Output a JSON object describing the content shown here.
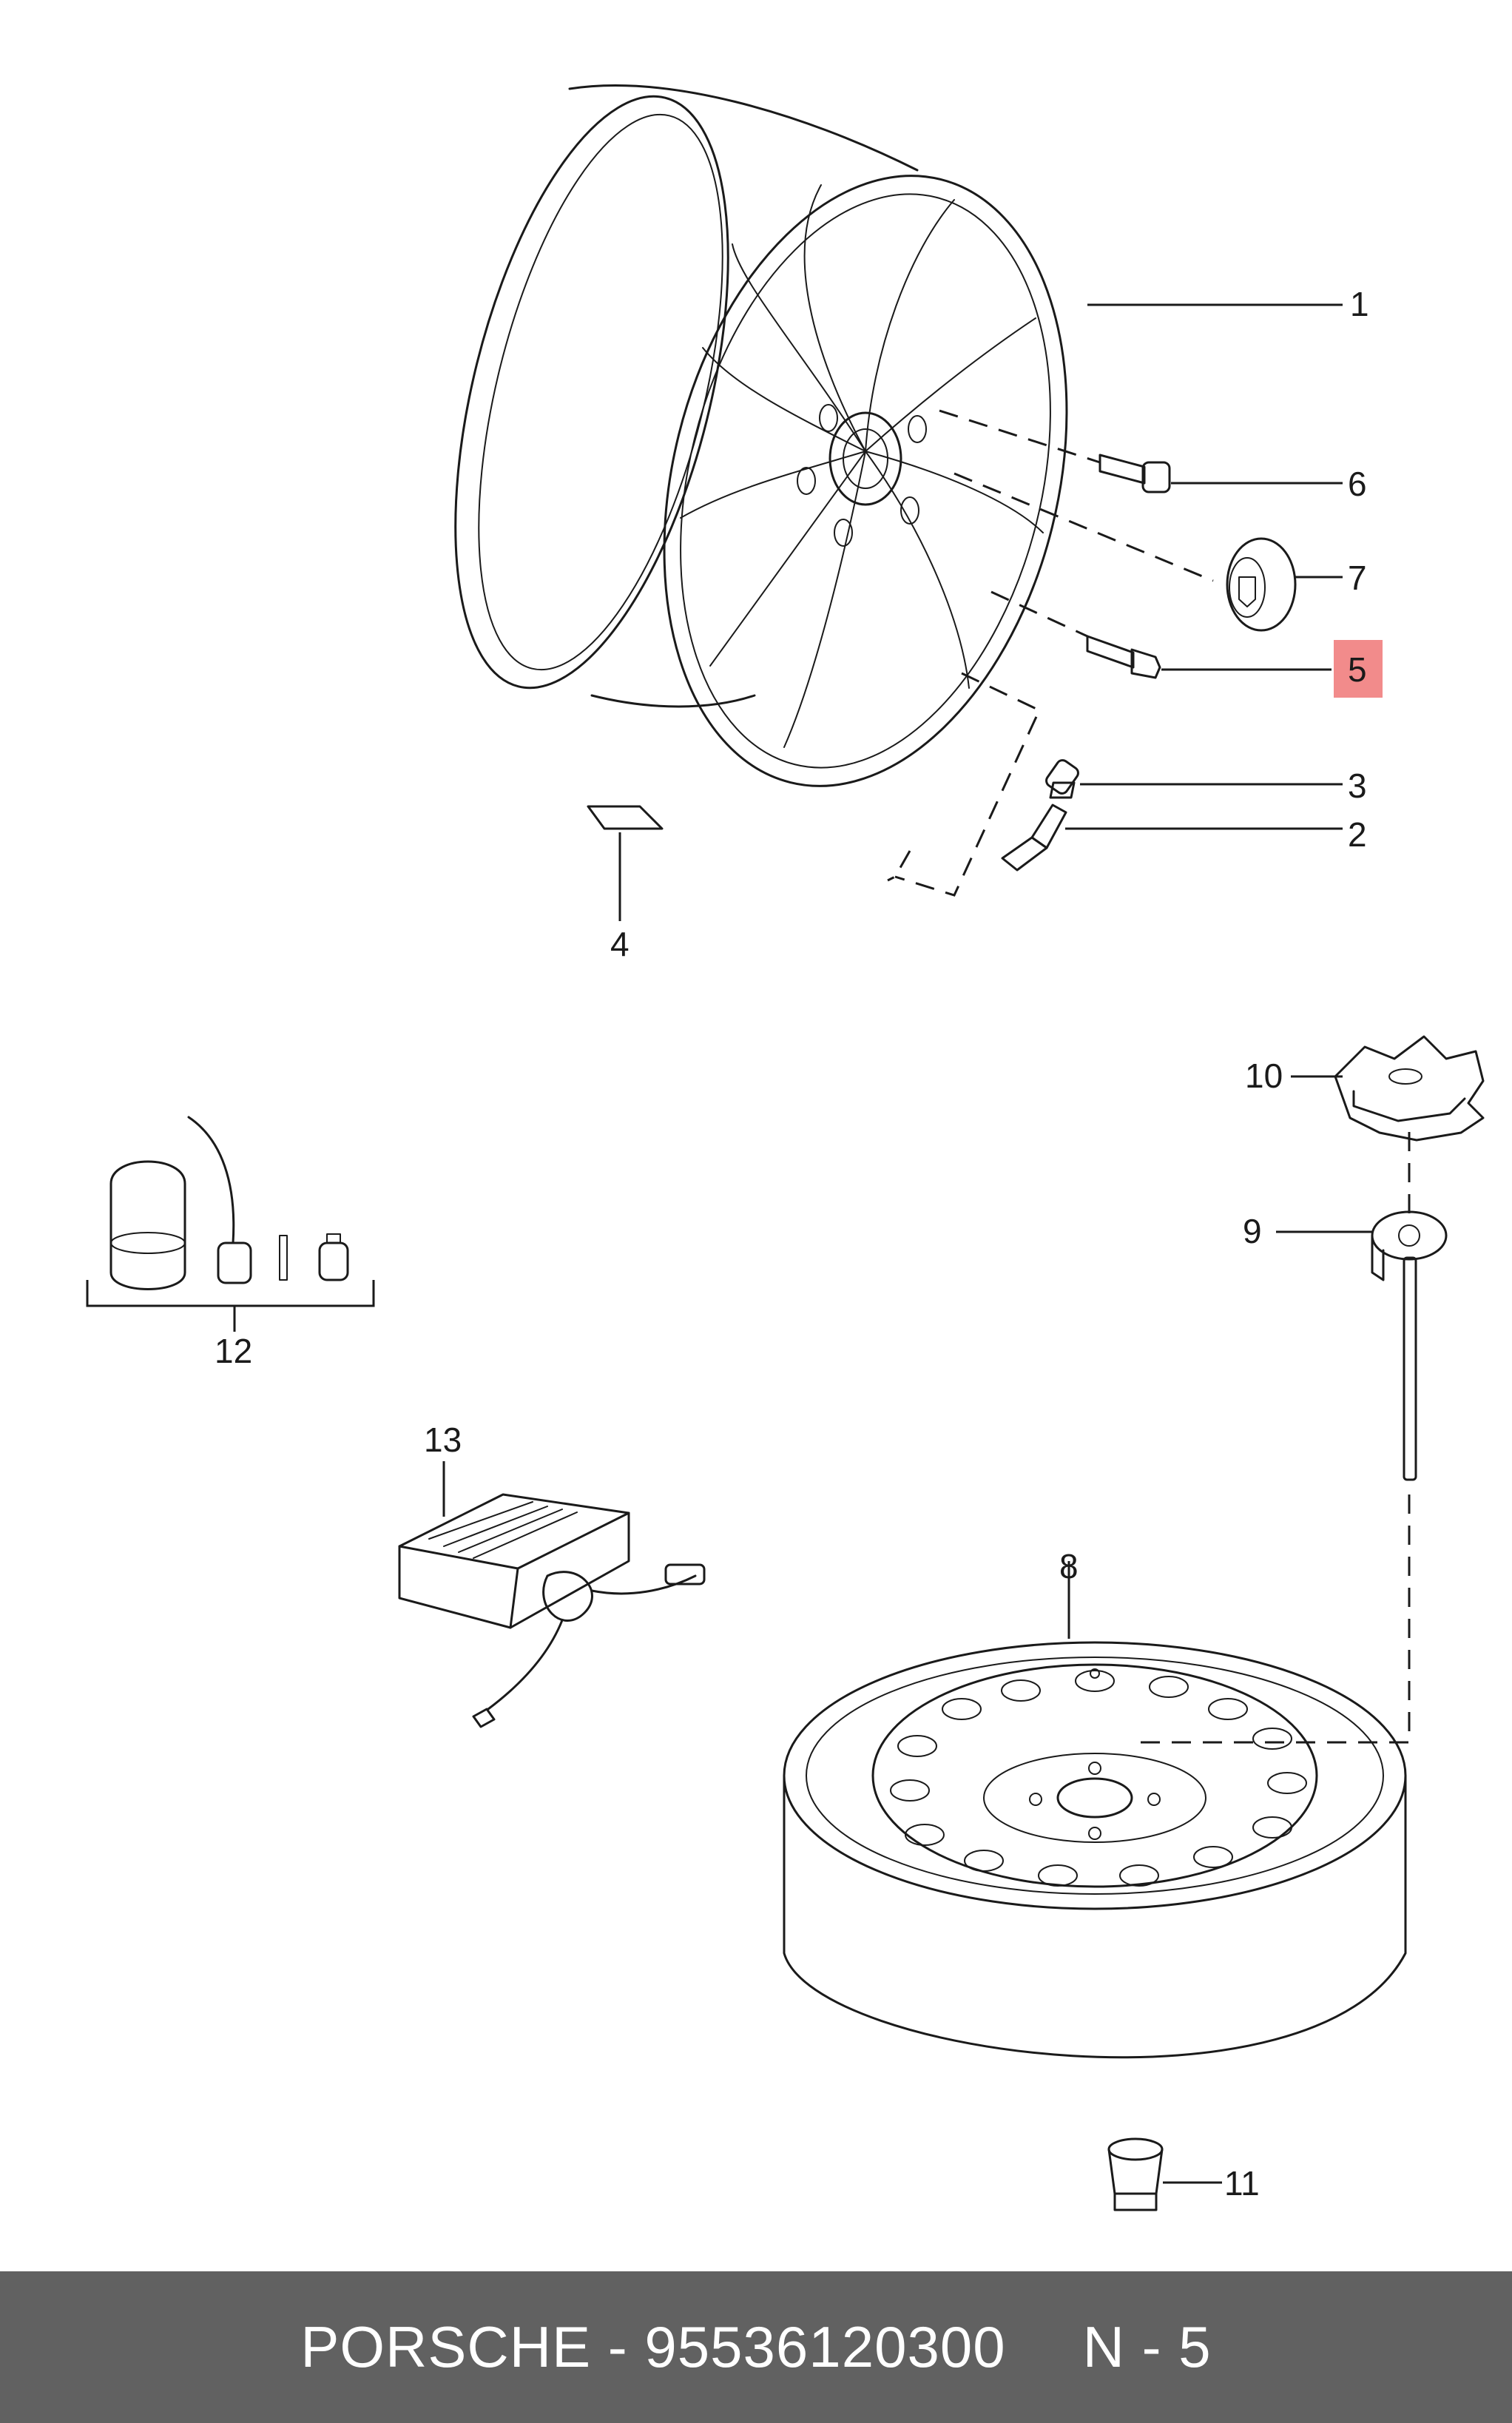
{
  "callouts": [
    {
      "id": "1",
      "label": "1",
      "highlight": false
    },
    {
      "id": "2",
      "label": "2",
      "highlight": false
    },
    {
      "id": "3",
      "label": "3",
      "highlight": false
    },
    {
      "id": "4",
      "label": "4",
      "highlight": false
    },
    {
      "id": "5",
      "label": "5",
      "highlight": true
    },
    {
      "id": "6",
      "label": "6",
      "highlight": false
    },
    {
      "id": "7",
      "label": "7",
      "highlight": false
    },
    {
      "id": "8",
      "label": "8",
      "highlight": false
    },
    {
      "id": "9",
      "label": "9",
      "highlight": false
    },
    {
      "id": "10",
      "label": "10",
      "highlight": false
    },
    {
      "id": "11",
      "label": "11",
      "highlight": false
    },
    {
      "id": "12",
      "label": "12",
      "highlight": false
    },
    {
      "id": "13",
      "label": "13",
      "highlight": false
    }
  ],
  "colors": {
    "highlight": "#f28b8b",
    "footer_bg": "#616161",
    "line": "#1a1a1a"
  },
  "footer": {
    "brand_part": "PORSCHE - 95536120300",
    "ref": "N - 5"
  }
}
